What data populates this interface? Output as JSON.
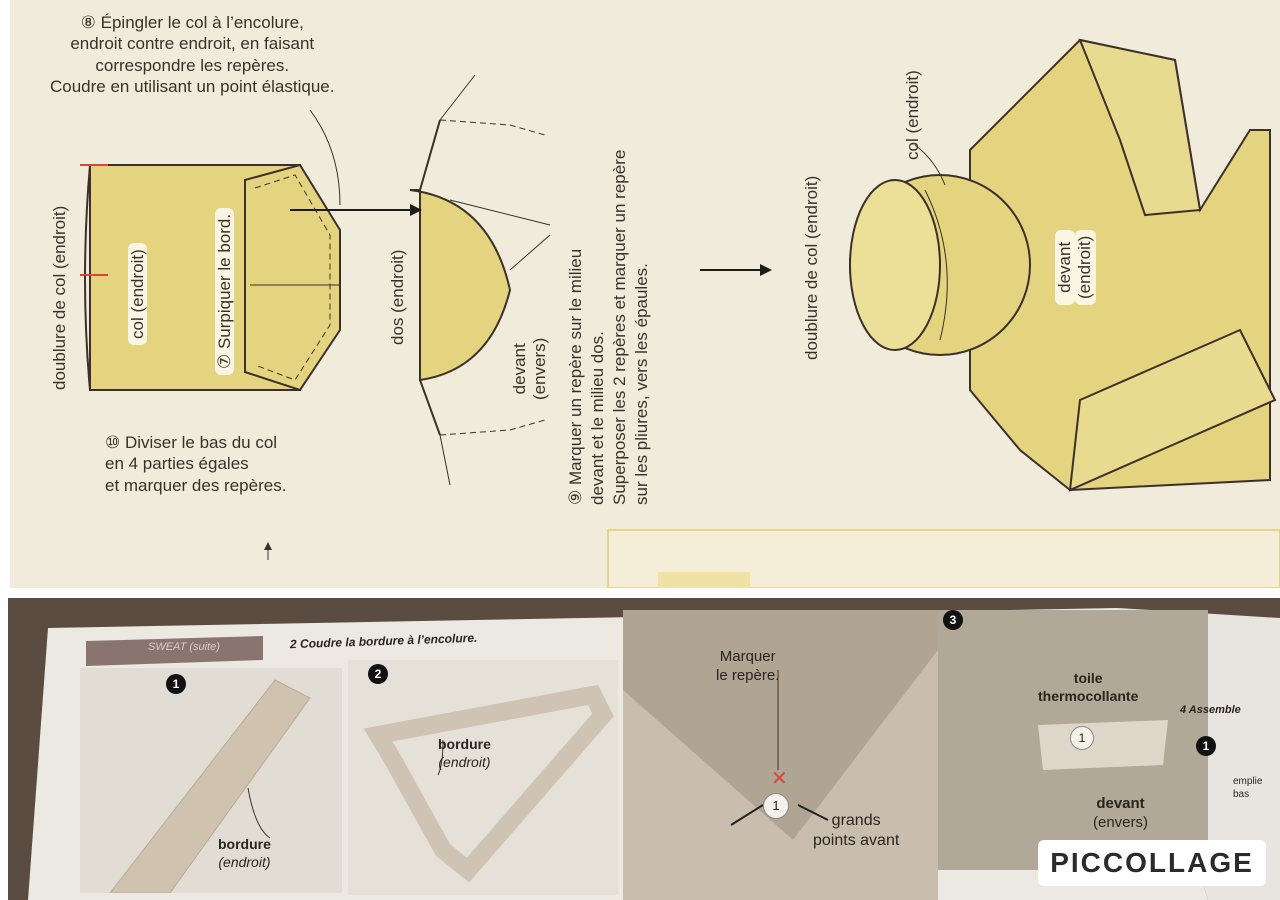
{
  "top": {
    "step8": [
      "⑧ Épingler le col à l’encolure,",
      "endroit contre endroit, en faisant",
      "correspondre les repères.",
      "Coudre en utilisant un point élastique."
    ],
    "doublure_col": "doublure de col (endroit)",
    "col_endroit": "col (endroit)",
    "surpiquer": "⑦ Surpiquer le bord.",
    "step10": [
      "⑩ Diviser le bas du col",
      "en 4 parties égales",
      "et marquer des repères."
    ],
    "dos_endroit": "dos (endroit)",
    "devant_envers": [
      "devant",
      "(envers)"
    ],
    "step9": [
      "⑨ Marquer un repère sur le milieu",
      "devant et le milieu dos.",
      "Superposer les 2 repères et marquer un repère",
      "sur les pliures, vers les épaules."
    ],
    "doublure_col_right": "doublure de col (endroit)",
    "col_endroit_right": "col (endroit)",
    "devant_endroit_right": [
      "devant",
      "(endroit)"
    ]
  },
  "bottom": {
    "tab_label": "SWEAT (suite)",
    "heading": "2 Coudre la bordure à l’encolure.",
    "step_numbers": [
      "1",
      "2",
      "3"
    ],
    "photo1_label": [
      "bordure",
      "(endroit)"
    ],
    "photo2_label": [
      "bordure",
      "(endroit)"
    ],
    "photo3_marker": [
      "Marquer",
      "le repère."
    ],
    "photo3_circle": "1",
    "photo3_grands": [
      "grands",
      "points avant"
    ],
    "photo4_toile": [
      "toile",
      "thermocollante"
    ],
    "photo4_circle": "1",
    "photo4_devant": [
      "devant",
      "(envers)"
    ],
    "next_heading": "4 Assemble",
    "next_step": "1",
    "next_text": [
      "emplie",
      "bas"
    ]
  },
  "logo": "PICCOLLAGE",
  "colors": {
    "yellow": "#e4d37f",
    "paper": "#f1ebdb",
    "ink": "#3b3128",
    "red_mark": "#d8453a"
  }
}
